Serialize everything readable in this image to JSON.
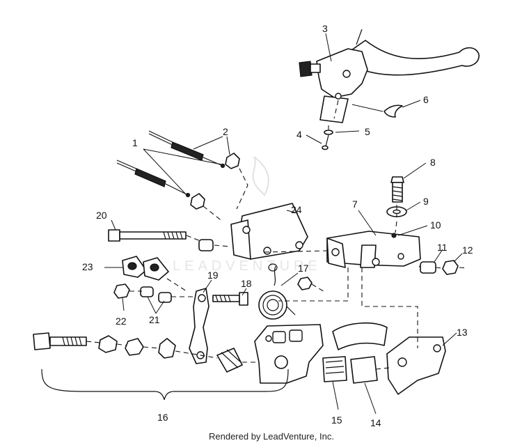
{
  "diagram": {
    "callouts": {
      "c1": "1",
      "c2": "2",
      "c3": "3",
      "c4": "4",
      "c5": "5",
      "c6": "6",
      "c7": "7",
      "c8": "8",
      "c9": "9",
      "c10": "10",
      "c11": "11",
      "c12": "12",
      "c13": "13",
      "c14": "14",
      "c15": "15",
      "c16": "16",
      "c17": "17",
      "c18": "18",
      "c19": "19",
      "c20": "20",
      "c21": "21",
      "c22": "22",
      "c23": "23",
      "c24": "24"
    },
    "watermark": "LEADVENTURE",
    "footer": "Rendered by LeadVenture, Inc."
  },
  "colors": {
    "line": "#111111",
    "background": "#ffffff",
    "watermark": "#e2e2e2"
  }
}
